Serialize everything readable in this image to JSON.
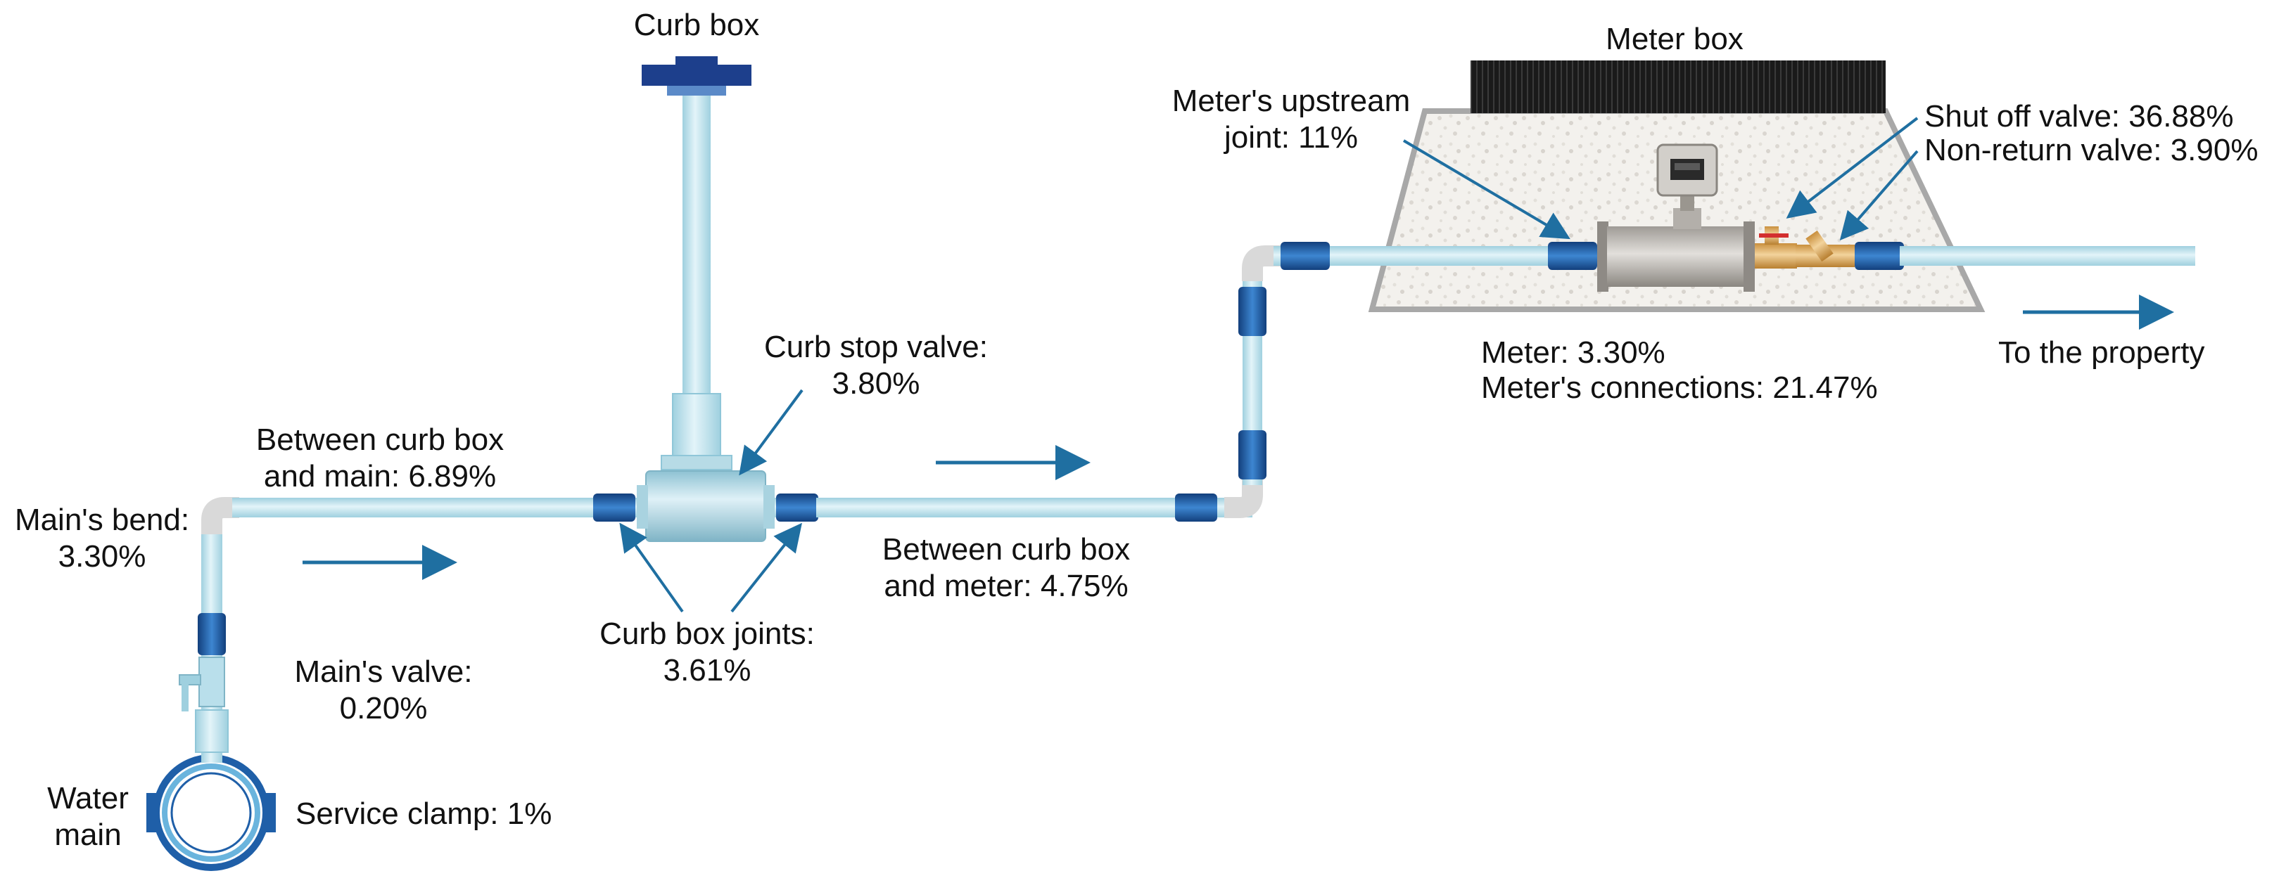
{
  "labels": {
    "curb_box": "Curb box",
    "meter_box": "Meter box",
    "meters_upstream_joint": [
      "Meter's upstream",
      "joint: 11%"
    ],
    "shut_off_valve": "Shut off valve: 36.88%",
    "non_return_valve": "Non-return valve: 3.90%",
    "curb_stop_valve": [
      "Curb stop valve:",
      "3.80%"
    ],
    "between_curb_box_and_main": [
      "Between curb box",
      "and main: 6.89%"
    ],
    "mains_bend": [
      "Main's bend:",
      "3.30%"
    ],
    "between_curb_box_and_meter": [
      "Between curb box",
      "and meter: 4.75%"
    ],
    "curb_box_joints": [
      "Curb box joints:",
      "3.61%"
    ],
    "mains_valve": [
      "Main's valve:",
      "0.20%"
    ],
    "water_main": [
      "Water",
      "main"
    ],
    "service_clamp": "Service clamp: 1%",
    "meter": "Meter: 3.30%",
    "meters_connections": "Meter's connections: 21.47%",
    "to_the_property": "To the property"
  },
  "colors": {
    "pipe": "#cce9f2",
    "pipe_edge": "#8fc6d8",
    "joint": "#1f5fa8",
    "joint_dark": "#0f3e7a",
    "arrow": "#1f6fa1",
    "curb_lid": "#1d3f8c",
    "meter_box_lid": "#1e1e1e",
    "gravel": "#f1efeb",
    "gravel_edge": "#9a9a9a",
    "brass": "#e3b36d",
    "meter_body": "#c8c4bf"
  }
}
